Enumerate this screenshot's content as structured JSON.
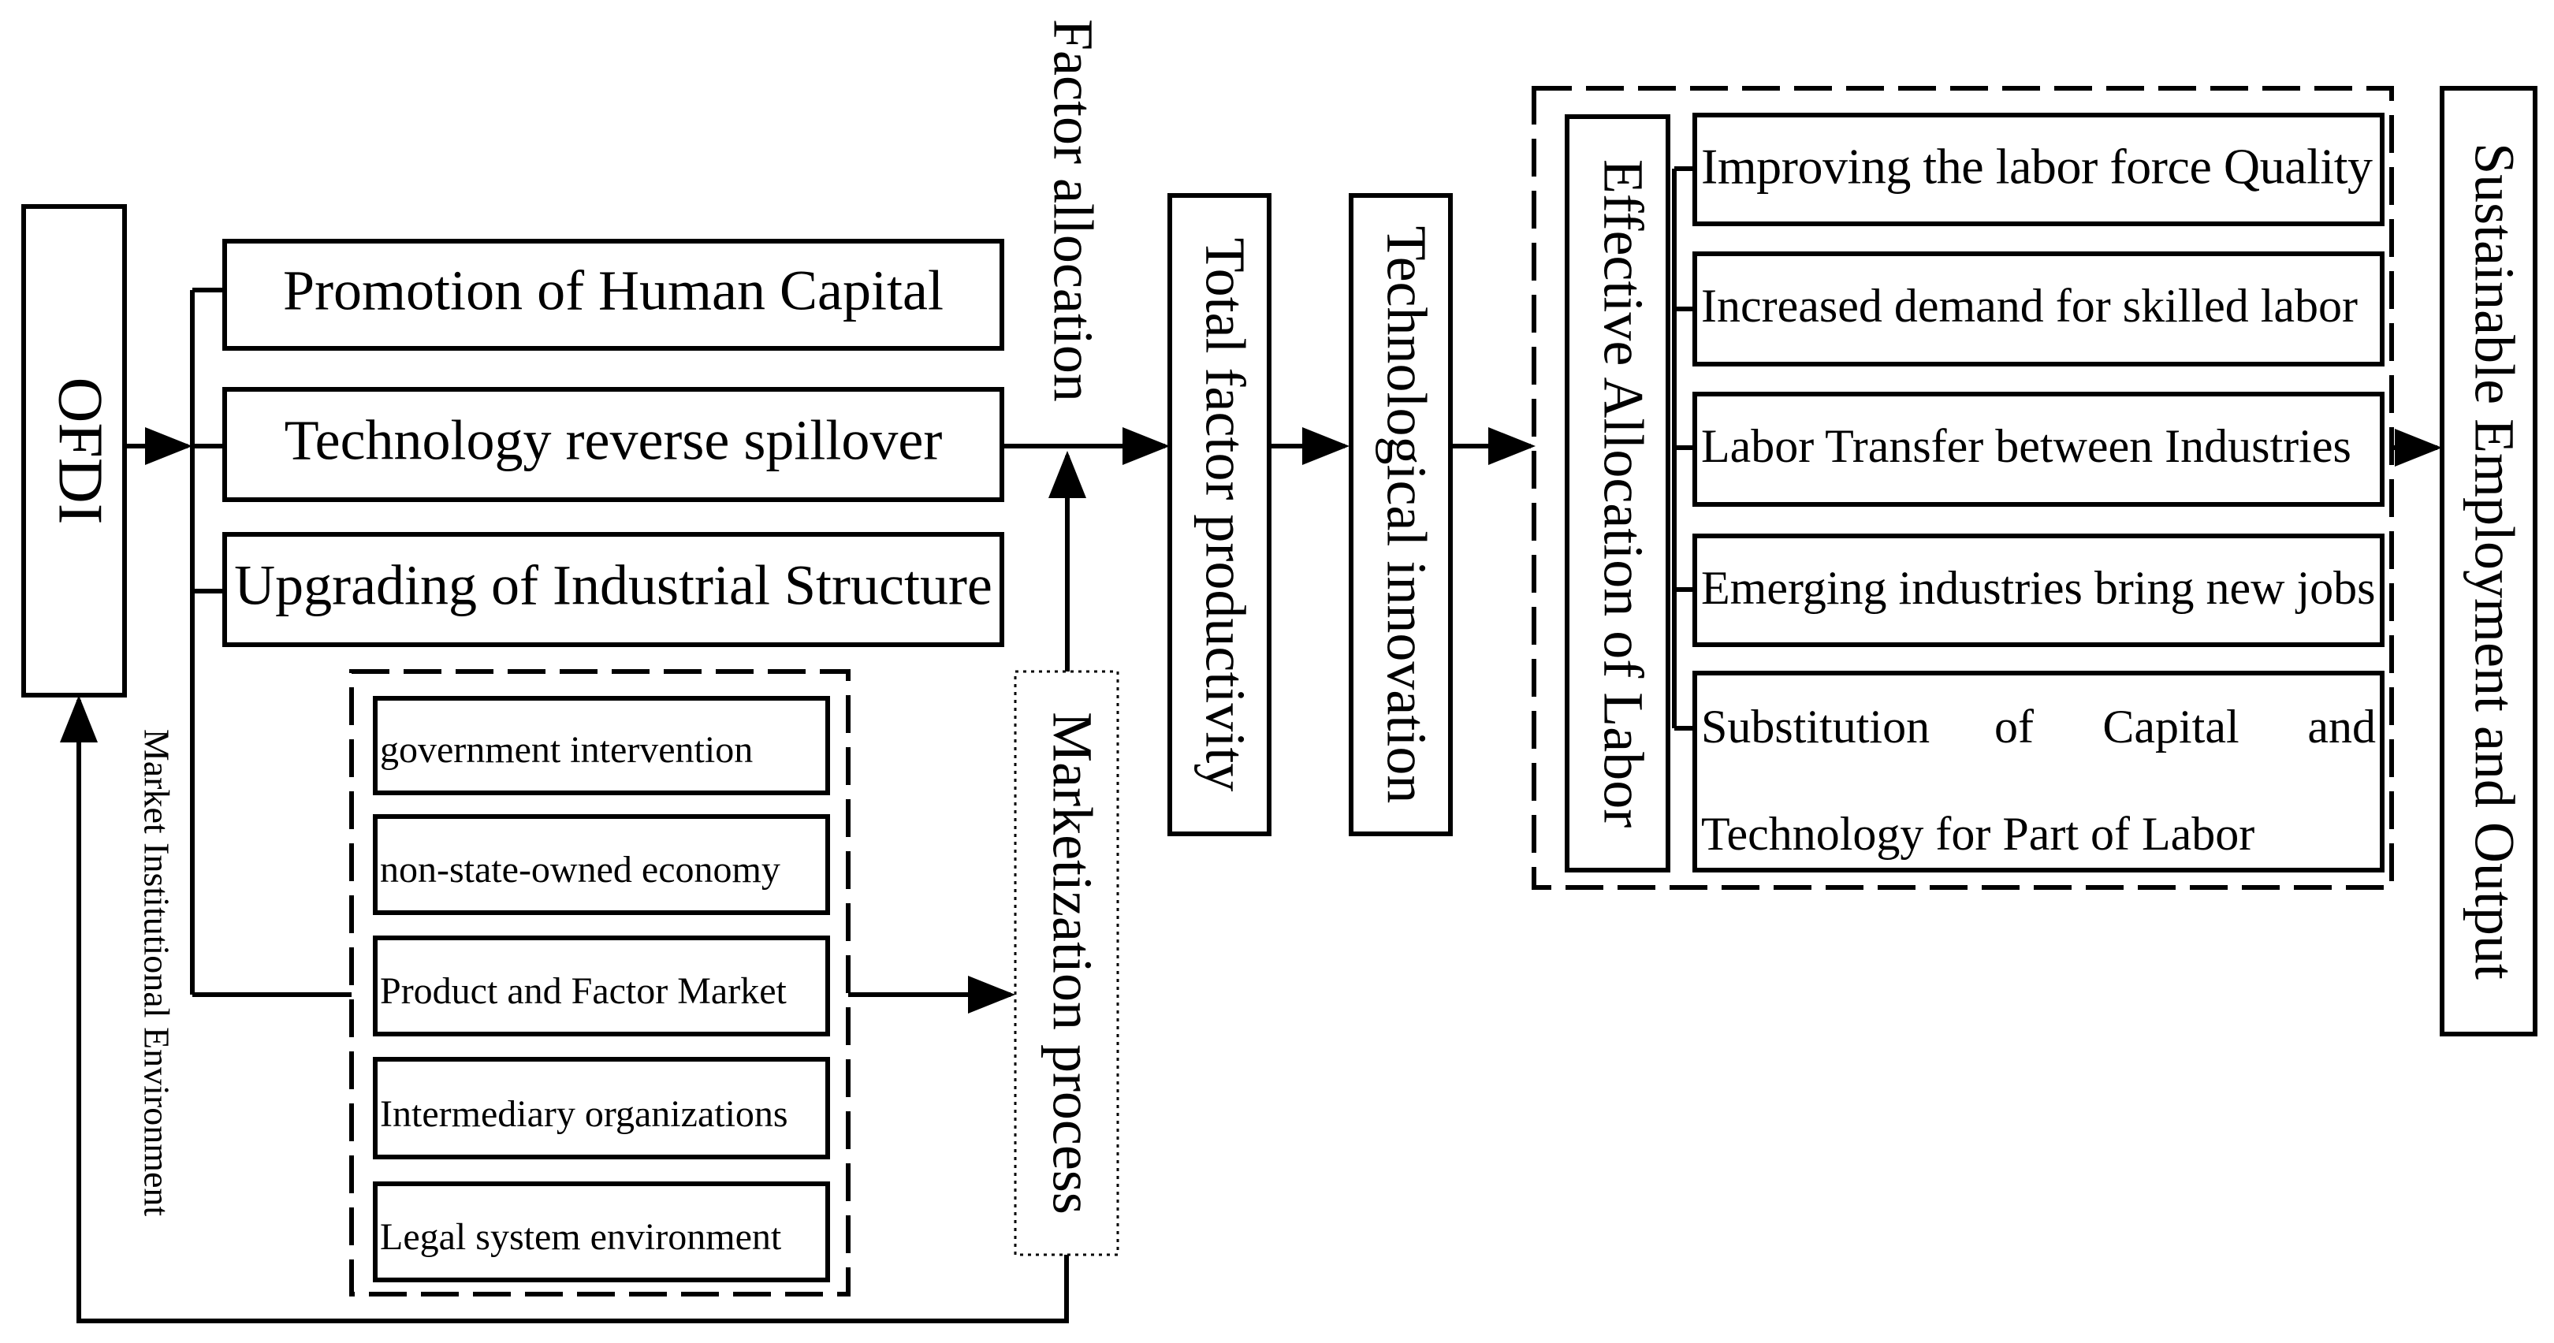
{
  "ofdi": "OFDI",
  "channels": [
    "Promotion of Human Capital",
    "Technology reverse spillover",
    "Upgrading of Industrial Structure"
  ],
  "factor_allocation": "Factor allocation",
  "tfp": "Total factor productivity",
  "tech_innovation": "Technological innovation",
  "effective_allocation": "Effective Allocation of Labor",
  "labor_effects": [
    "Improving the labor force Quality",
    "Increased demand for skilled labor",
    "Labor Transfer between Industries",
    "Emerging industries bring new jobs"
  ],
  "labor_substitution": [
    "Substitution",
    "of",
    "Capital",
    "and",
    "Technology for Part of Labor"
  ],
  "output": "Sustainable Employment and Output",
  "market_items": [
    "government intervention",
    "non-state-owned economy",
    "Product and Factor Market",
    "Intermediary organizations",
    "Legal system environment"
  ],
  "marketization": "Marketization process",
  "market_env": "Market Institutional Environment"
}
